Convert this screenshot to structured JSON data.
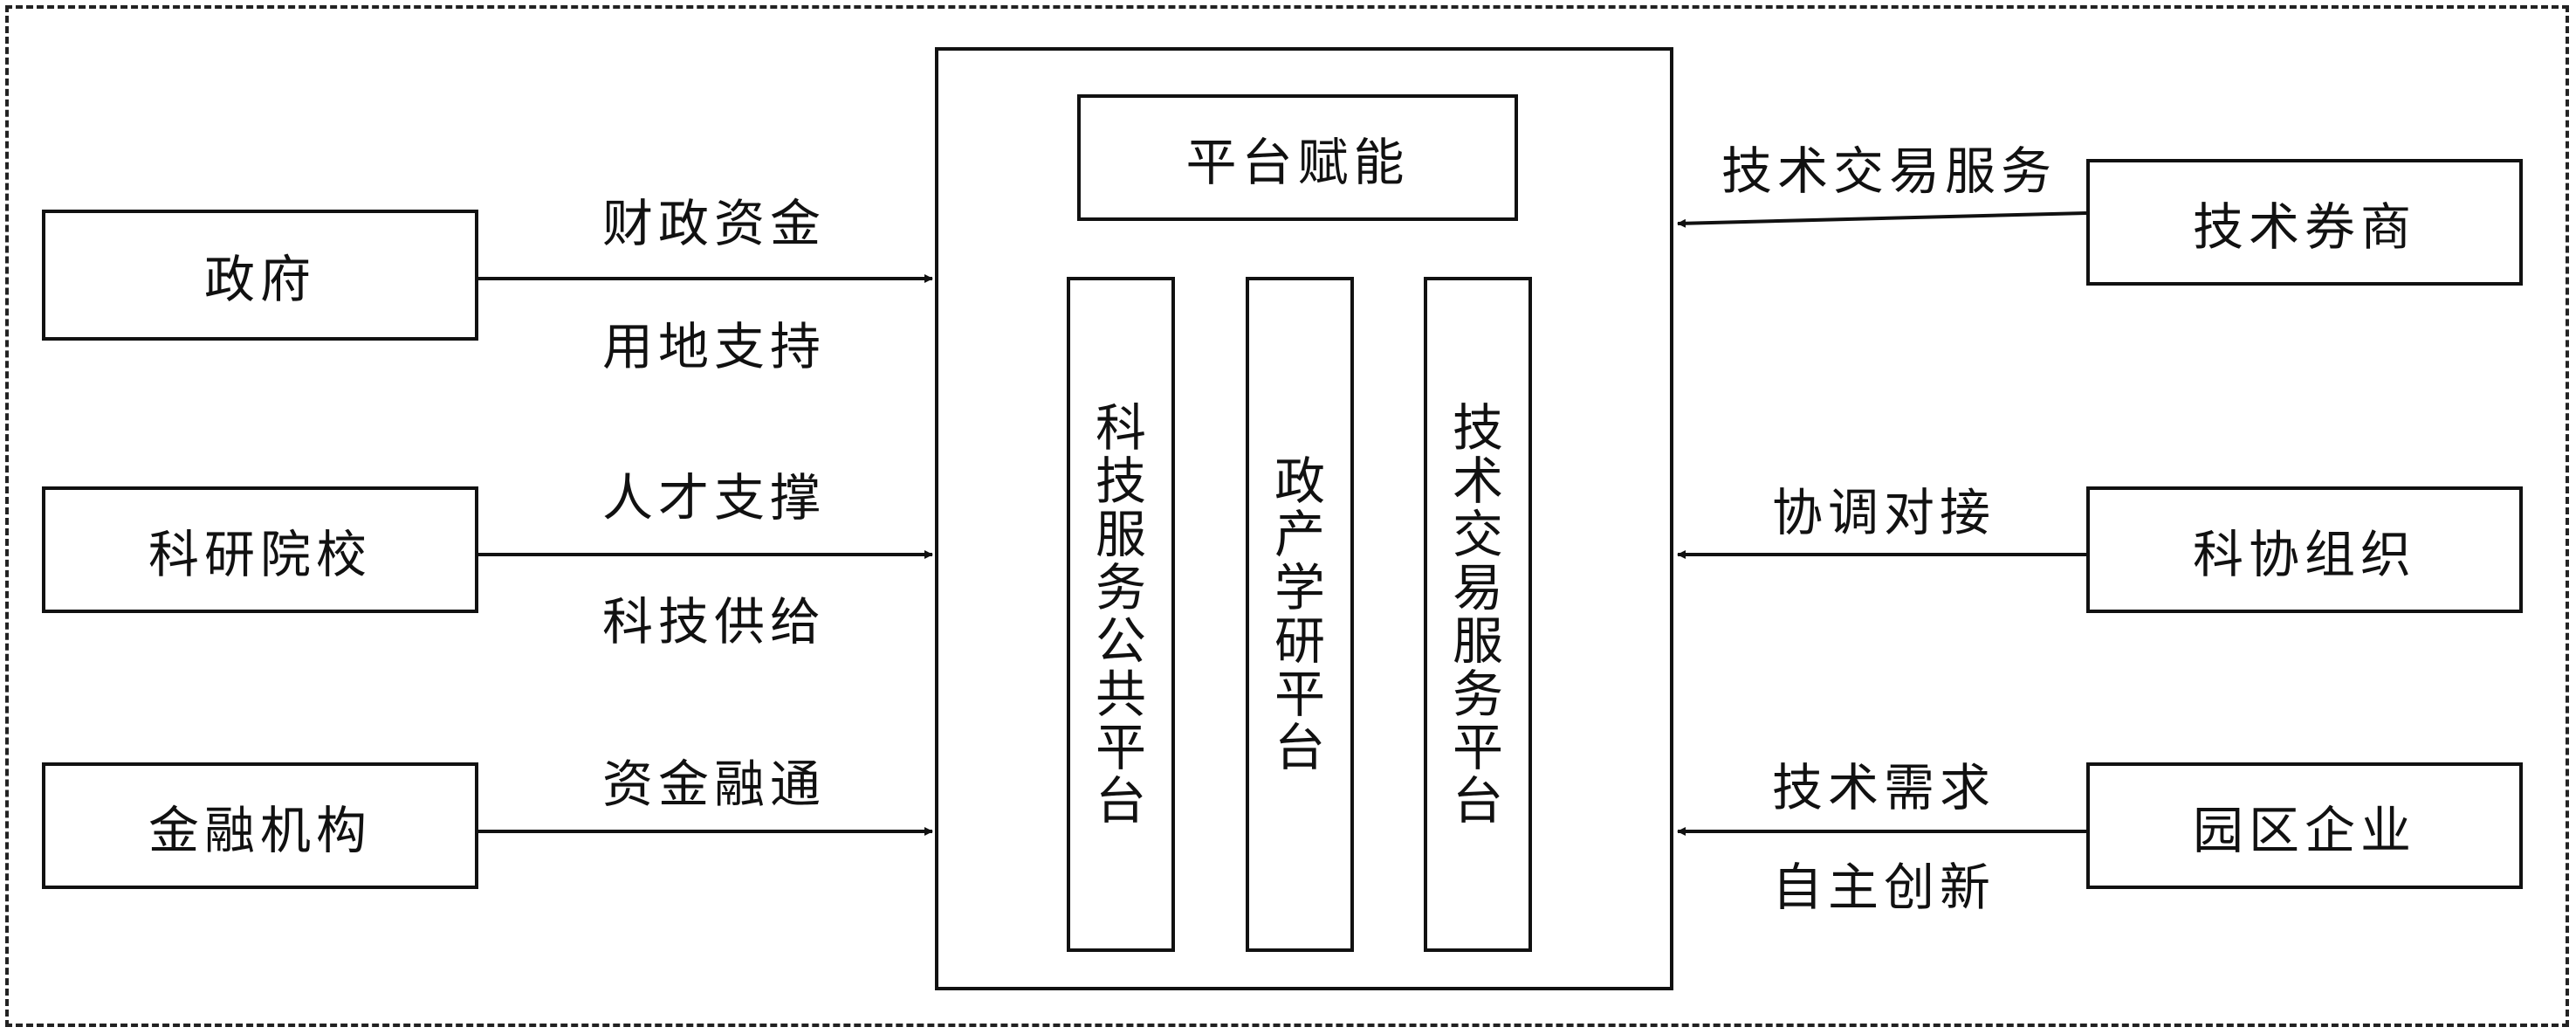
{
  "left_actors": [
    {
      "label": "政府"
    },
    {
      "label": "科研院校"
    },
    {
      "label": "金融机构"
    }
  ],
  "right_actors": [
    {
      "label": "技术券商"
    },
    {
      "label": "科协组织"
    },
    {
      "label": "园区企业"
    }
  ],
  "center": {
    "top_label": "平台赋能",
    "columns": [
      {
        "label": "科技服务公共平台"
      },
      {
        "label": "政产学研平台"
      },
      {
        "label": "技术交易服务平台"
      }
    ]
  },
  "left_flows": [
    {
      "above": "财政资金",
      "below": "用地支持"
    },
    {
      "above": "人才支撑",
      "below": "科技供给"
    },
    {
      "above": "资金融通",
      "below": ""
    }
  ],
  "right_flows": [
    {
      "above": "技术交易服务",
      "below": ""
    },
    {
      "above": "协调对接",
      "below": ""
    },
    {
      "above": "技术需求",
      "below": "自主创新"
    }
  ]
}
